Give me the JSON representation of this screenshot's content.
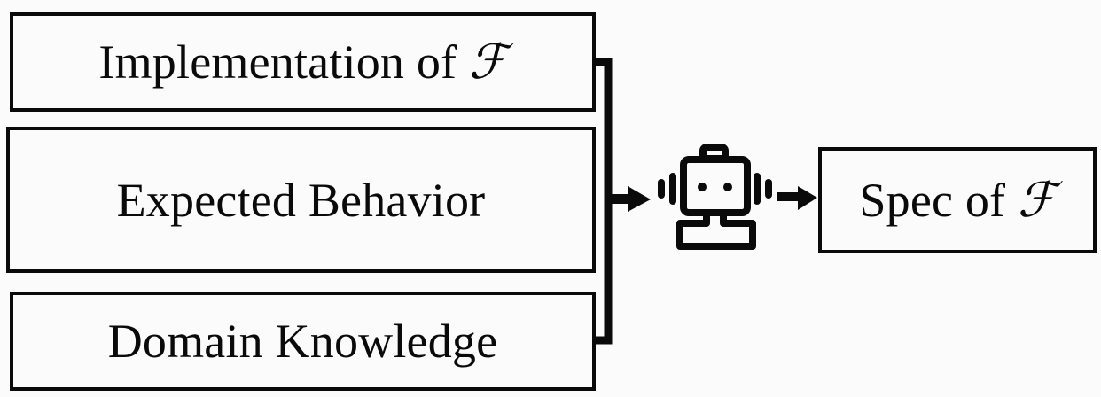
{
  "inputs": [
    {
      "label": "Implementation of",
      "symbol": "ℱ"
    },
    {
      "label": "Expected Behavior",
      "symbol": ""
    },
    {
      "label": "Domain Knowledge",
      "symbol": ""
    }
  ],
  "agent": {
    "icon": "robot-icon"
  },
  "output": {
    "label": "Spec of",
    "symbol": "ℱ"
  },
  "colors": {
    "stroke": "#0a0a0a",
    "background": "#fbfbfc"
  }
}
